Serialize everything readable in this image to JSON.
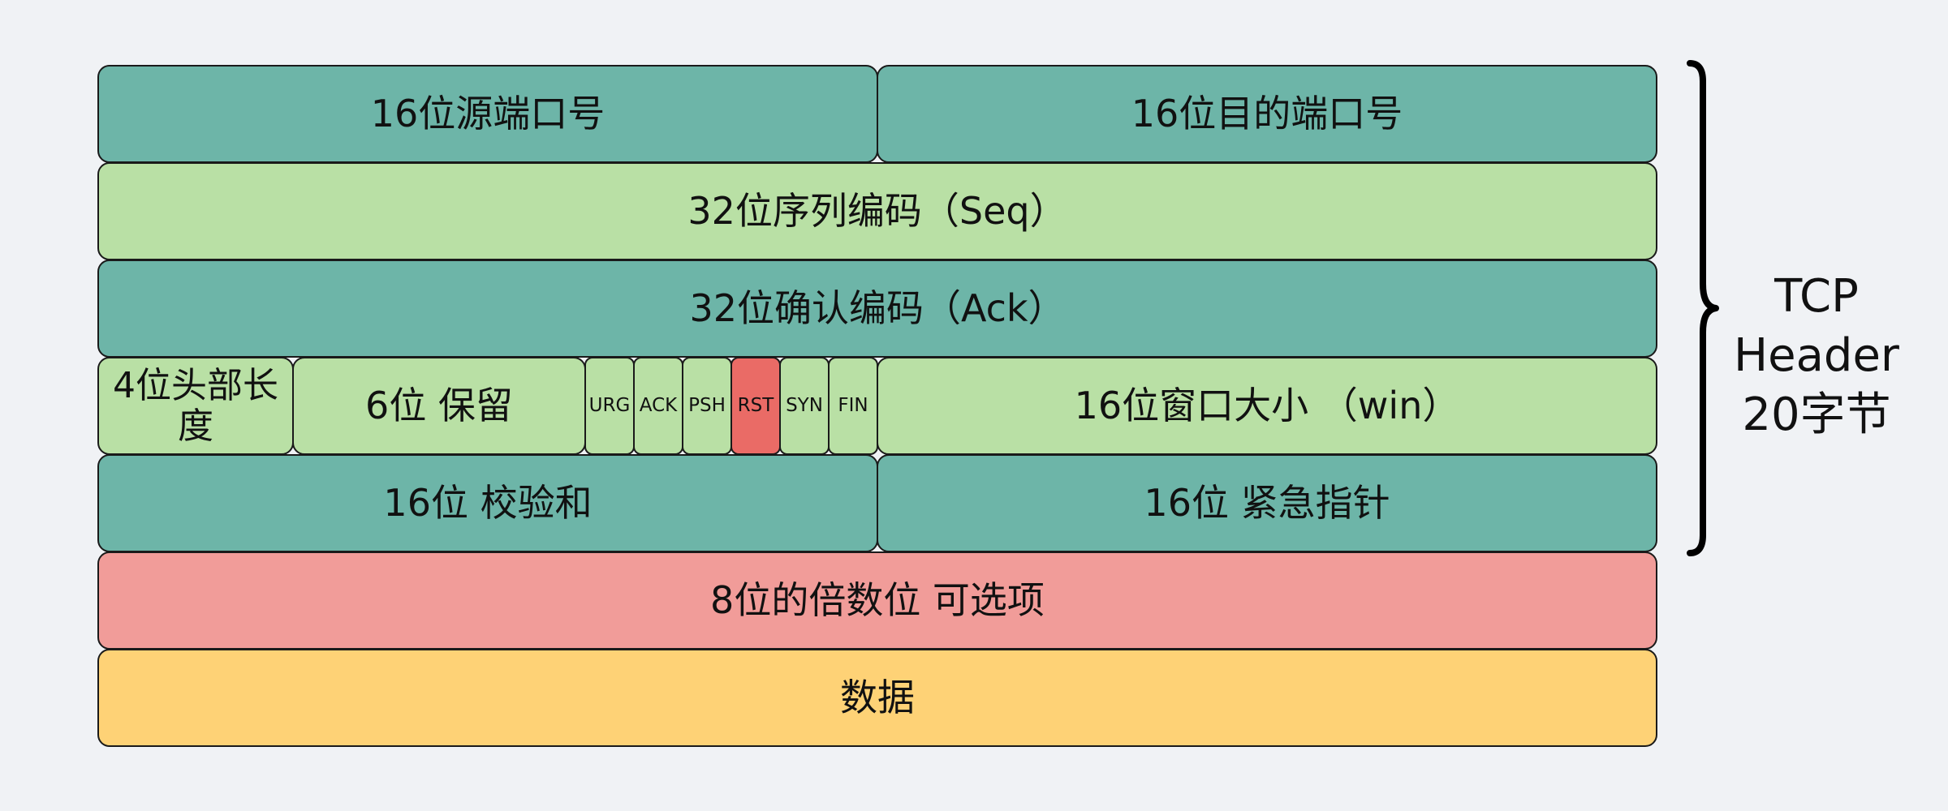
{
  "rows": {
    "src_port": "16位源端口号",
    "dst_port": "16位目的端口号",
    "seq": "32位序列编码（Seq）",
    "ack": "32位确认编码（Ack）",
    "header_len": "4位头部长度",
    "reserved": "6位 保留",
    "flags": [
      "URG",
      "ACK",
      "PSH",
      "RST",
      "SYN",
      "FIN"
    ],
    "window": "16位窗口大小 （win）",
    "checksum": "16位 校验和",
    "urgent_ptr": "16位 紧急指针",
    "options": "8位的倍数位 可选项",
    "data": "数据"
  },
  "brace_label": [
    "TCP",
    "Header",
    "20字节"
  ],
  "colors": {
    "teal": "#6db5a8",
    "light_green": "#b9e0a5",
    "pink": "#f19c99",
    "yellow": "#fed276",
    "red_flag": "#ea6b66",
    "background": "#f0f2f5"
  },
  "highlighted_flag": "RST"
}
